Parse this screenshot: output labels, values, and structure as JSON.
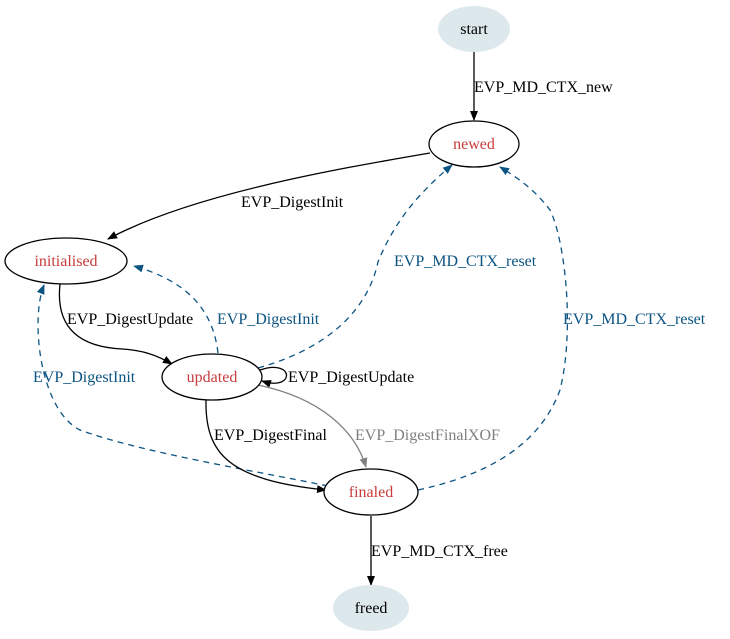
{
  "colors": {
    "background": "#ffffff",
    "terminal_fill": "#dde8ec",
    "state_text": "#c83c3c",
    "plain_text": "#000000",
    "reset_blue": "#0c5482",
    "xof_gray": "#808080"
  },
  "nodes": {
    "start": "start",
    "newed": "newed",
    "initialised": "initialised",
    "updated": "updated",
    "finaled": "finaled",
    "freed": "freed"
  },
  "edges": {
    "start_newed": "EVP_MD_CTX_new",
    "newed_initialised": "EVP_DigestInit",
    "initialised_updated": "EVP_DigestUpdate",
    "updated_initialised": "EVP_DigestInit",
    "updated_newed": "EVP_MD_CTX_reset",
    "updated_self": "EVP_DigestUpdate",
    "finaled_initialised": "EVP_DigestInit",
    "finaled_newed": "EVP_MD_CTX_reset",
    "updated_finaled": "EVP_DigestFinal",
    "updated_finaled_xof": "EVP_DigestFinalXOF",
    "finaled_freed": "EVP_MD_CTX_free"
  }
}
